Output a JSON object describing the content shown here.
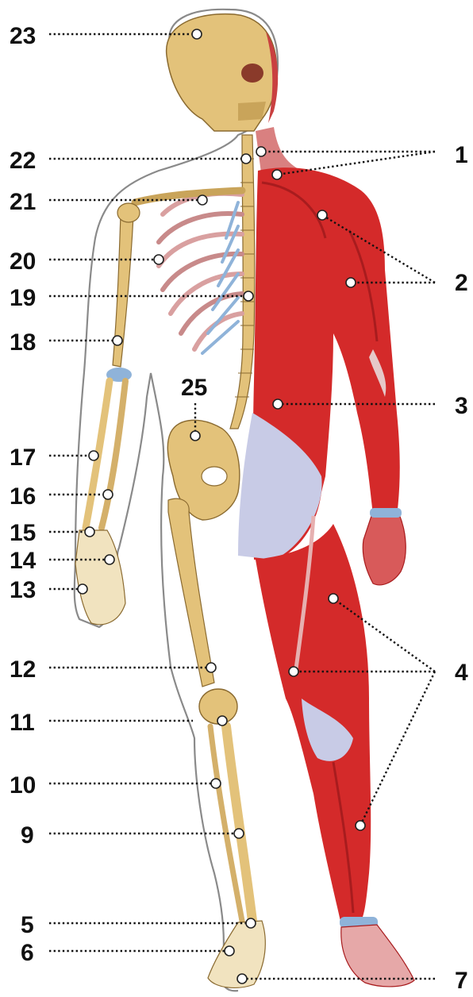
{
  "figure": {
    "subject": "human anatomy — skeleton (left half) and muscles (right half)",
    "colors": {
      "bone": "#e3c27a",
      "bone_shade": "#c9a45a",
      "muscle": "#d42a2a",
      "muscle_dark": "#a81c1e",
      "tendon": "#c8cbe6",
      "cartilage": "#8fb3d9",
      "outline": "#888888"
    }
  },
  "labels": [
    {
      "id": "23",
      "text": "23"
    },
    {
      "id": "22",
      "text": "22"
    },
    {
      "id": "21",
      "text": "21"
    },
    {
      "id": "20",
      "text": "20"
    },
    {
      "id": "19",
      "text": "19"
    },
    {
      "id": "18",
      "text": "18"
    },
    {
      "id": "25",
      "text": "25"
    },
    {
      "id": "17",
      "text": "17"
    },
    {
      "id": "16",
      "text": "16"
    },
    {
      "id": "15",
      "text": "15"
    },
    {
      "id": "14",
      "text": "14"
    },
    {
      "id": "13",
      "text": "13"
    },
    {
      "id": "12",
      "text": "12"
    },
    {
      "id": "11",
      "text": "11"
    },
    {
      "id": "10",
      "text": "10"
    },
    {
      "id": "9",
      "text": "9"
    },
    {
      "id": "5",
      "text": "5"
    },
    {
      "id": "6",
      "text": "6"
    },
    {
      "id": "1",
      "text": "1"
    },
    {
      "id": "2",
      "text": "2"
    },
    {
      "id": "3",
      "text": "3"
    },
    {
      "id": "4",
      "text": "4"
    },
    {
      "id": "7",
      "text": "7"
    }
  ]
}
